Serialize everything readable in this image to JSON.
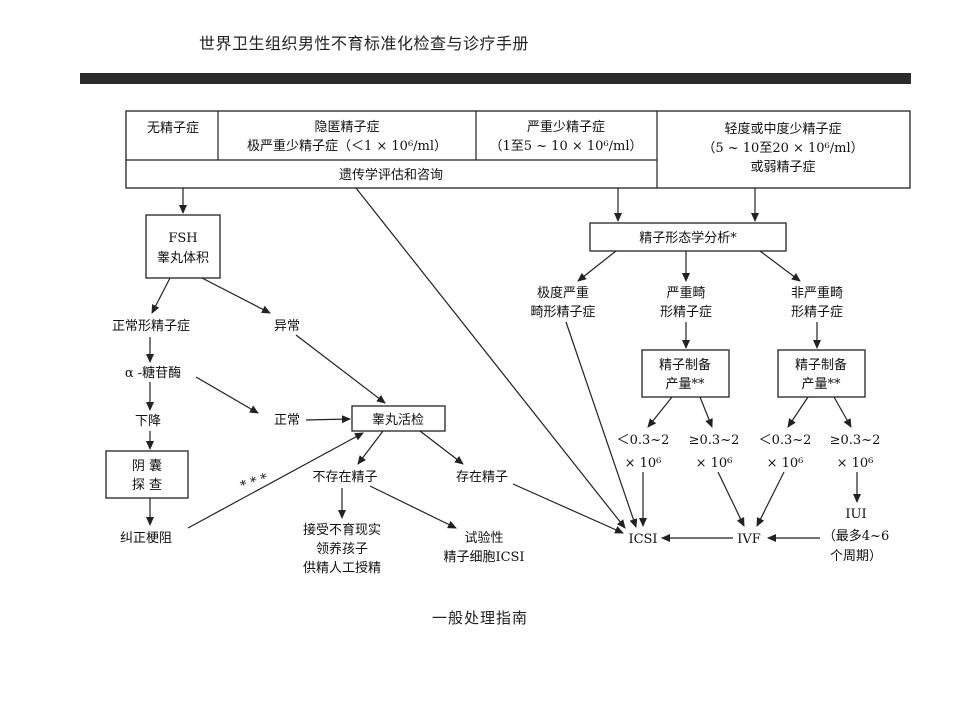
{
  "header": {
    "title": "世界卫生组织男性不育标准化检查与诊疗手册"
  },
  "caption": "一般处理指南",
  "nodes": {
    "azoospermia": "无精子症",
    "crypto_line1": "隐匿精子症",
    "crypto_line2": "极严重少精子症（＜1 × 10⁶/ml）",
    "severe_oligo_line1": "严重少精子症",
    "severe_oligo_line2": "（1至5 ~ 10 × 10⁶/ml）",
    "mild_line1": "轻度或中度少精子症",
    "mild_line2": "（5 ~ 10至20 × 10⁶/ml）",
    "mild_line3": "或弱精子症",
    "genetic": "遗传学评估和咨询",
    "fsh_line1": "FSH",
    "fsh_line2": "睾丸体积",
    "normal_azoo": "正常形精子症",
    "abnormal": "异常",
    "alpha_glu": "α -糖苷酶",
    "decrease": "下降",
    "normal": "正常",
    "testis_biopsy": "睾丸活检",
    "scrotal_line1": "阴 囊",
    "scrotal_line2": "探 查",
    "stars3": "* * *",
    "no_sperm": "不存在精子",
    "has_sperm": "存在精子",
    "correct_obst": "纠正梗阻",
    "accept_line1": "接受不育现实",
    "accept_line2": "领养孩子",
    "accept_line3": "供精人工授精",
    "trial_line1": "试验性",
    "trial_line2": "精子细胞ICSI",
    "morphology": "精子形态学分析*",
    "extreme_line1": "极度严重",
    "extreme_line2": "畸形精子症",
    "severe_tera_line1": "严重畸",
    "severe_tera_line2": "形精子症",
    "nonsevere_line1": "非严重畸",
    "nonsevere_line2": "形精子症",
    "prep_line1": "精子制备",
    "prep_line2": "产量**",
    "lt": "＜0.3~2",
    "ge": "≥0.3~2",
    "e6": "× 10⁶",
    "icsi": "ICSI",
    "ivf": "IVF",
    "iui_line1": "IUI",
    "iui_line2": "（最多4~6",
    "iui_line3": "个周期）"
  }
}
